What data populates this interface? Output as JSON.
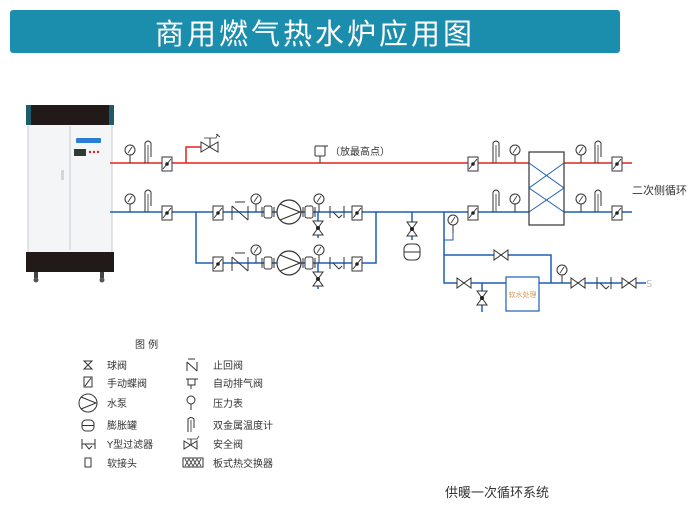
{
  "title": "商用燃气热水炉应用图",
  "colors": {
    "title_bg": "#1b8eae",
    "supply_pipe": "#e0231b",
    "return_pipe": "#1d5fb8",
    "symbol_stroke": "#333333"
  },
  "labels": {
    "high_point_vent": "（放最高点）",
    "secondary_loop": "二次侧循环",
    "water_treatment": "软水处理",
    "system_caption": "供暖一次循环系统"
  },
  "legend": {
    "title": "图  例",
    "items": [
      {
        "icon": "ball-valve",
        "label": "球阀"
      },
      {
        "icon": "manual-butterfly-valve",
        "label": "手动蝶阀"
      },
      {
        "icon": "water-pump",
        "label": "水泵"
      },
      {
        "icon": "expansion-tank",
        "label": "膨胀罐"
      },
      {
        "icon": "y-strainer",
        "label": "Y型过滤器"
      },
      {
        "icon": "flexible-joint",
        "label": "软接头"
      },
      {
        "icon": "check-valve",
        "label": "止回阀"
      },
      {
        "icon": "auto-air-vent",
        "label": "自动排气阀"
      },
      {
        "icon": "pressure-gauge",
        "label": "压力表"
      },
      {
        "icon": "bimetal-thermometer",
        "label": "双金属温度计"
      },
      {
        "icon": "safety-valve",
        "label": "安全阀"
      },
      {
        "icon": "plate-heat-exchanger",
        "label": "板式热交换器"
      }
    ]
  }
}
